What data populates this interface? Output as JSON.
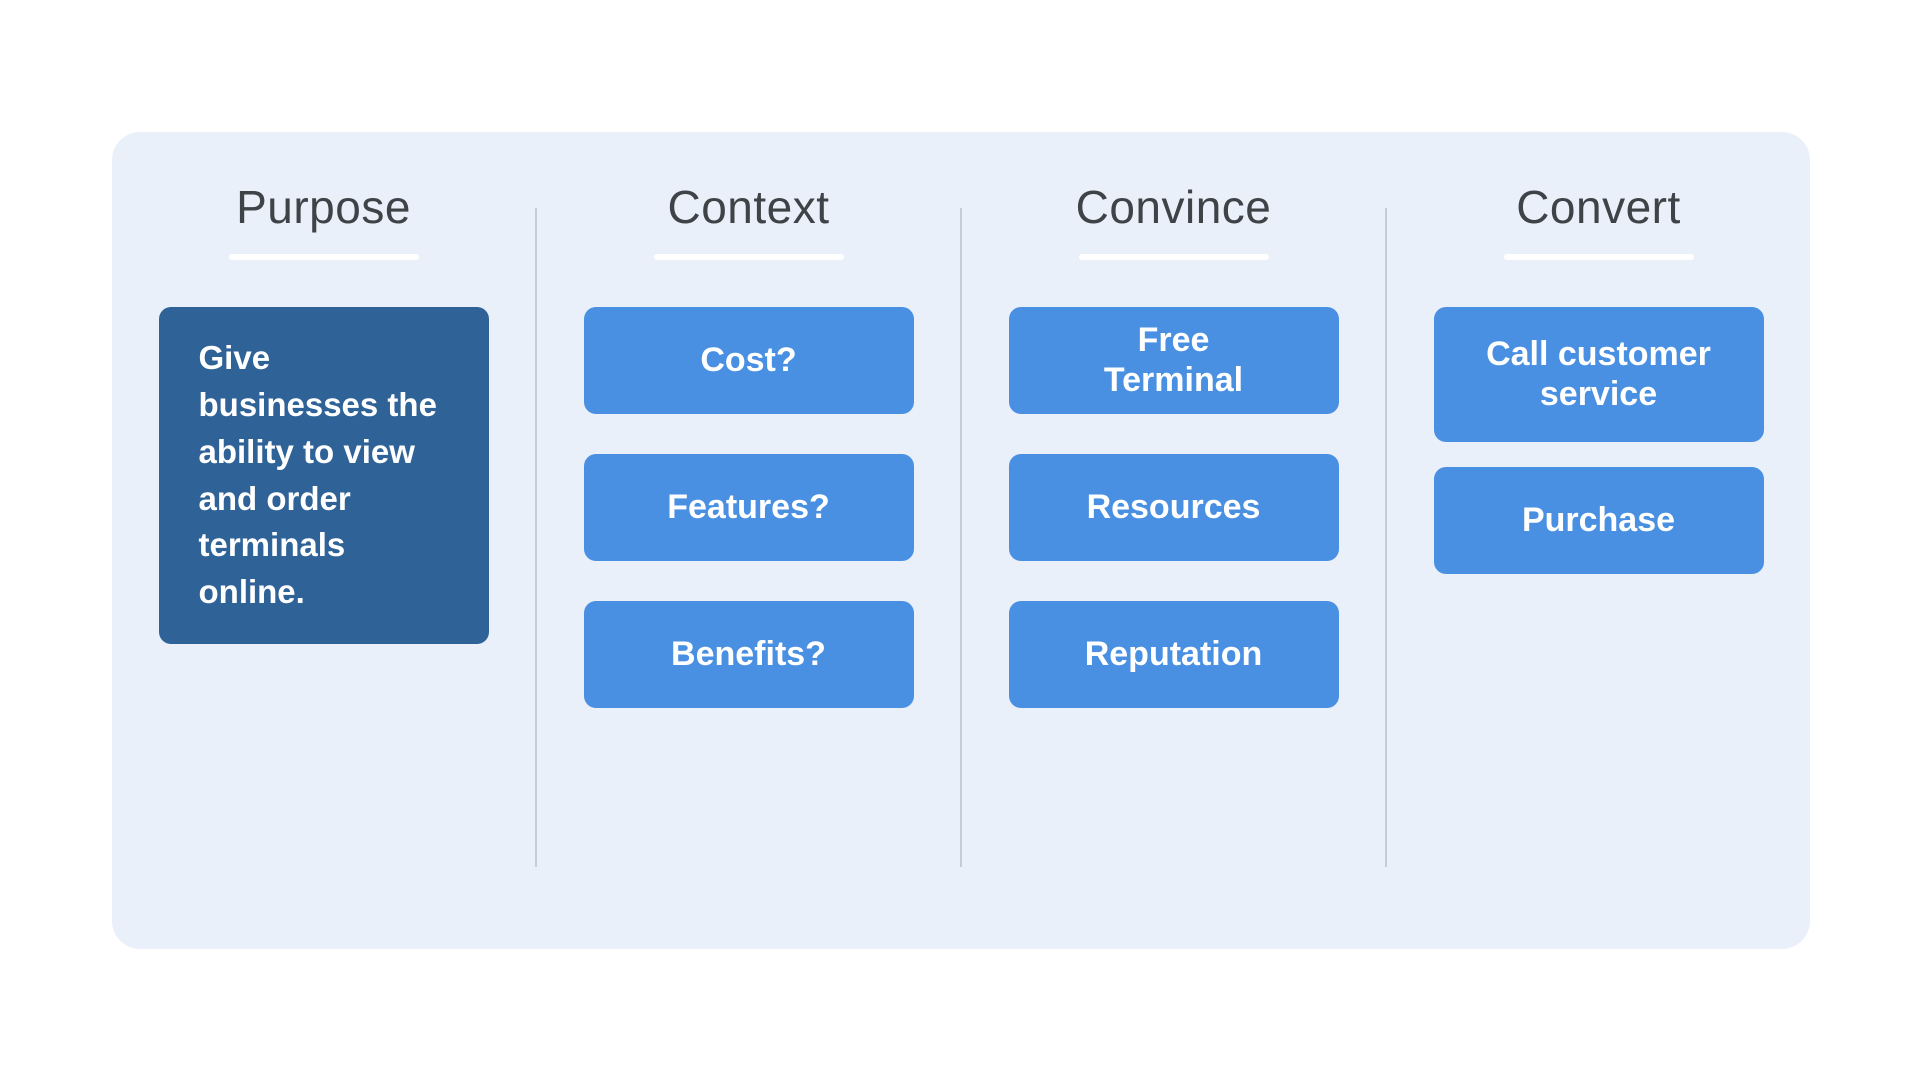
{
  "colors": {
    "panel-bg": "#EAF0F9",
    "accent-blue": "#4A90E2",
    "dark-blue": "#2F6398",
    "heading-text": "#3E4347",
    "divider": "#C5CCD6",
    "underline": "#FFFFFF",
    "box-text": "#FFFFFF"
  },
  "columns": [
    {
      "id": "purpose",
      "title": "Purpose",
      "boxes": [
        {
          "label": "Give businesses the ability to view and order terminals online."
        }
      ]
    },
    {
      "id": "context",
      "title": "Context",
      "boxes": [
        {
          "label": "Cost?"
        },
        {
          "label": "Features?"
        },
        {
          "label": "Benefits?"
        }
      ]
    },
    {
      "id": "convince",
      "title": "Convince",
      "boxes": [
        {
          "label": "Free\nTerminal"
        },
        {
          "label": "Resources"
        },
        {
          "label": "Reputation"
        }
      ]
    },
    {
      "id": "convert",
      "title": "Convert",
      "boxes": [
        {
          "label": "Call customer\nservice"
        },
        {
          "label": "Purchase"
        }
      ]
    }
  ]
}
